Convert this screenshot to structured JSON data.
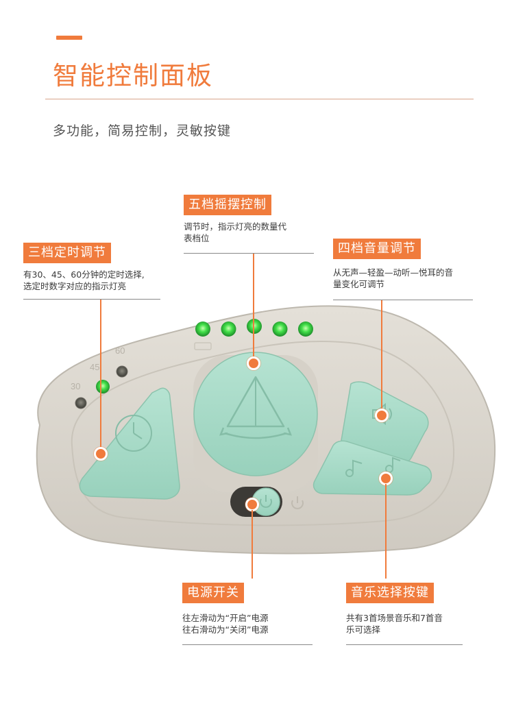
{
  "header": {
    "title": "智能控制面板",
    "subtitle": "多功能，简易控制，灵敏按键"
  },
  "callouts": {
    "swing": {
      "label": "五档摇摆控制",
      "desc_line1": "调节时，指示灯亮的数量代",
      "desc_line2": "表档位"
    },
    "timer": {
      "label": "三档定时调节",
      "desc_line1": "有30、45、60分钟的定时选择,",
      "desc_line2": "选定时数字对应的指示灯亮"
    },
    "volume": {
      "label": "四档音量调节",
      "desc_line1": "从无声—轻盈—动听—悦耳的音",
      "desc_line2": "量变化可调节"
    },
    "power": {
      "label": "电源开关",
      "desc_line1": "往左滑动为“开启”电源",
      "desc_line2": "往右滑动为“关闭”电源"
    },
    "music": {
      "label": "音乐选择按键",
      "desc_line1": "共有3首场景音乐和7首音",
      "desc_line2": "乐可选择"
    }
  },
  "device": {
    "timer_marks": {
      "t30": "30",
      "t45": "45",
      "t60": "60"
    },
    "swing_level": 5,
    "swing_level_max": 5,
    "colors": {
      "accent": "#f07b3c",
      "button_mint": "#a8dcc8",
      "panel_body": "#dcd8d0",
      "led_green": "#3fd04a"
    }
  }
}
